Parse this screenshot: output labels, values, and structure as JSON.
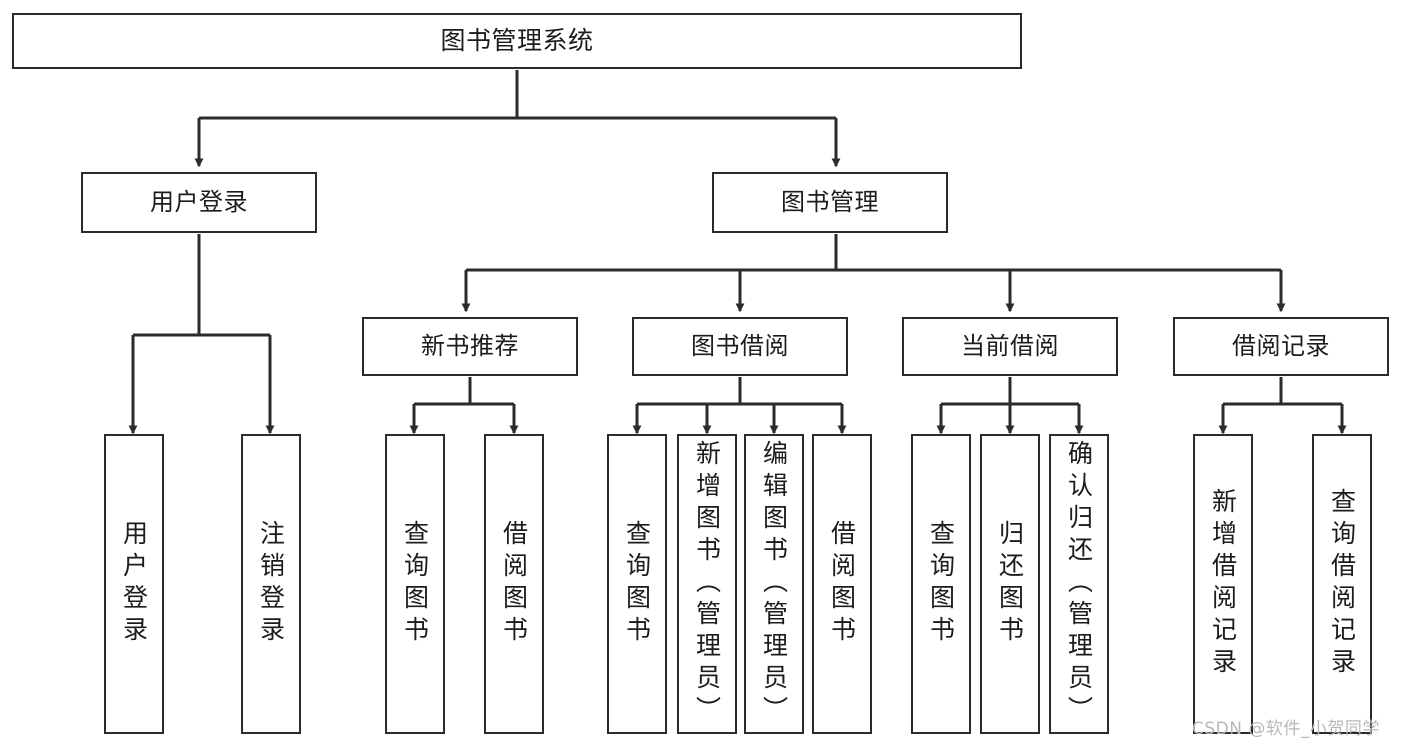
{
  "diagram": {
    "type": "tree-hierarchy",
    "title": "图书管理系统",
    "orientation": "top-down",
    "colors": {
      "stroke": "#2b2b2b",
      "fill": "#ffffff",
      "text": "#1c1c1c",
      "watermark": "#b8b8b8"
    },
    "nodes": {
      "root": {
        "label": "图书管理系统"
      },
      "level1": [
        {
          "id": "user-login",
          "label": "用户登录"
        },
        {
          "id": "book-manage",
          "label": "图书管理"
        }
      ],
      "level2": [
        {
          "id": "new-book-rec",
          "label": "新书推荐"
        },
        {
          "id": "book-borrow",
          "label": "图书借阅"
        },
        {
          "id": "current-borrow",
          "label": "当前借阅"
        },
        {
          "id": "borrow-record",
          "label": "借阅记录"
        }
      ],
      "leaves": {
        "user-login": [
          {
            "id": "leaf-user-login",
            "label": "用户登录"
          },
          {
            "id": "leaf-logout",
            "label": "注销登录"
          }
        ],
        "new-book-rec": [
          {
            "id": "leaf-query-book-1",
            "label": "查询图书"
          },
          {
            "id": "leaf-borrow-book-1",
            "label": "借阅图书"
          }
        ],
        "book-borrow": [
          {
            "id": "leaf-query-book-2",
            "label": "查询图书"
          },
          {
            "id": "leaf-add-book",
            "label": "新增图书（管理员）"
          },
          {
            "id": "leaf-edit-book",
            "label": "编辑图书（管理员）"
          },
          {
            "id": "leaf-borrow-book-2",
            "label": "借阅图书"
          }
        ],
        "current-borrow": [
          {
            "id": "leaf-query-book-3",
            "label": "查询图书"
          },
          {
            "id": "leaf-return-book",
            "label": "归还图书"
          },
          {
            "id": "leaf-confirm-return",
            "label": "确认归还（管理员）"
          }
        ],
        "borrow-record": [
          {
            "id": "leaf-add-record",
            "label": "新增借阅记录"
          },
          {
            "id": "leaf-query-record",
            "label": "查询借阅记录"
          }
        ]
      }
    },
    "watermark": "CSDN @软件_小贺同学"
  }
}
